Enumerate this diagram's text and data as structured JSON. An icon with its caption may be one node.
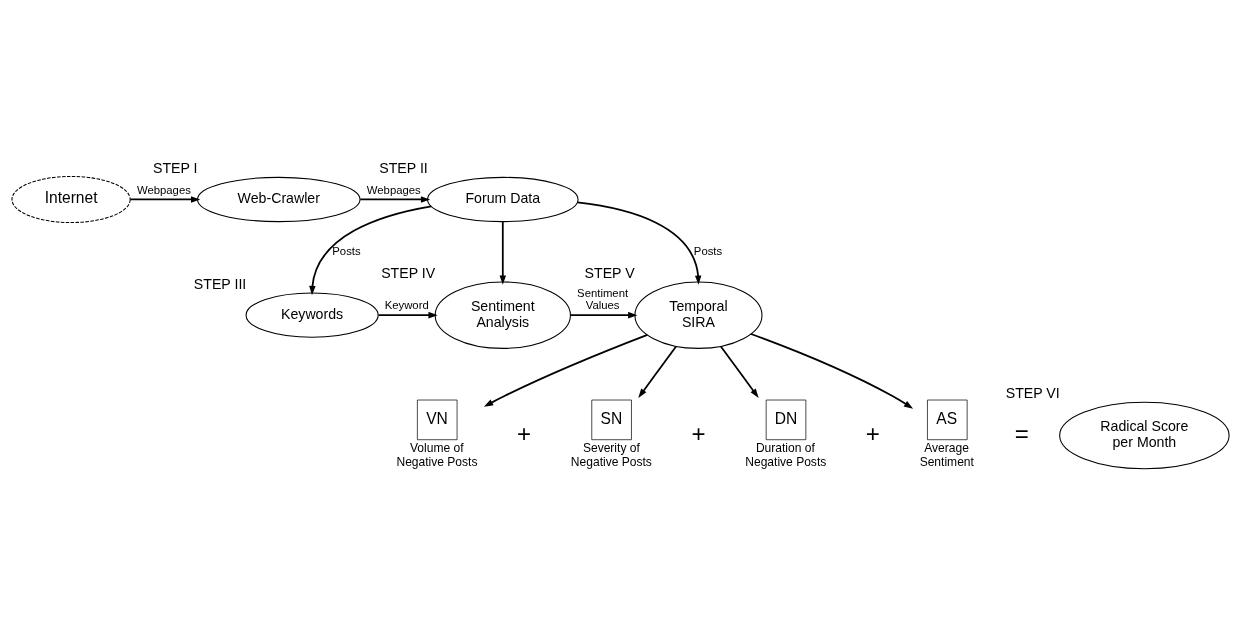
{
  "diagram": {
    "nodes": [
      {
        "text": [
          "Internet"
        ]
      },
      {
        "text": [
          "Web-Crawler"
        ],
        "beside": [
          "STEP I"
        ]
      },
      {
        "text": [
          "Forum Data"
        ],
        "beside": [
          "STEP II"
        ]
      },
      {
        "text": [
          "Keywords"
        ],
        "beside": [
          "STEP III"
        ]
      },
      {
        "text": [
          "Sentiment Analysis"
        ],
        "beside": [
          "STEP IV"
        ]
      },
      {
        "text": [
          "Temporal SIRA"
        ],
        "beside": [
          "STEP V"
        ]
      },
      {
        "text": [
          "VN"
        ],
        "beside": [
          "Volume of Negative Posts"
        ]
      },
      {
        "text": [
          "SN"
        ],
        "beside": [
          "Severity of Negative Posts"
        ]
      },
      {
        "text": [
          "DN"
        ],
        "beside": [
          "Duration of Negative Posts"
        ]
      },
      {
        "text": [
          "AS"
        ],
        "beside": [
          "Average Sentiment"
        ]
      },
      {
        "text": [
          "Radical Score per Month"
        ],
        "beside": [
          "STEP VI"
        ]
      }
    ],
    "edges": [
      {
        "from": 0,
        "to": 1,
        "arrow": "to",
        "label": "Webpages"
      },
      {
        "from": 1,
        "to": 2,
        "arrow": "to",
        "label": "Webpages"
      },
      {
        "from": 2,
        "to": 3,
        "arrow": "to",
        "label": "Posts"
      },
      {
        "from": 2,
        "to": 4,
        "arrow": "to"
      },
      {
        "from": 2,
        "to": 5,
        "arrow": "to",
        "label": "Posts"
      },
      {
        "from": 3,
        "to": 4,
        "arrow": "to",
        "label": "Keyword"
      },
      {
        "from": 4,
        "to": 5,
        "arrow": "to",
        "label": "Sentiment Values"
      },
      {
        "from": 5,
        "to": 6,
        "arrow": "to"
      },
      {
        "from": 5,
        "to": 7,
        "arrow": "to"
      },
      {
        "from": 5,
        "to": 8,
        "arrow": "to"
      },
      {
        "from": 5,
        "to": 9,
        "arrow": "to"
      }
    ],
    "labels": [
      "+",
      "+",
      "+",
      "="
    ]
  }
}
